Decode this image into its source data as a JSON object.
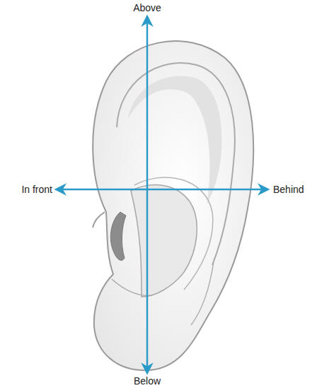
{
  "diagram": {
    "labels": [
      "Above",
      "In front",
      "Behind",
      "Below"
    ]
  }
}
